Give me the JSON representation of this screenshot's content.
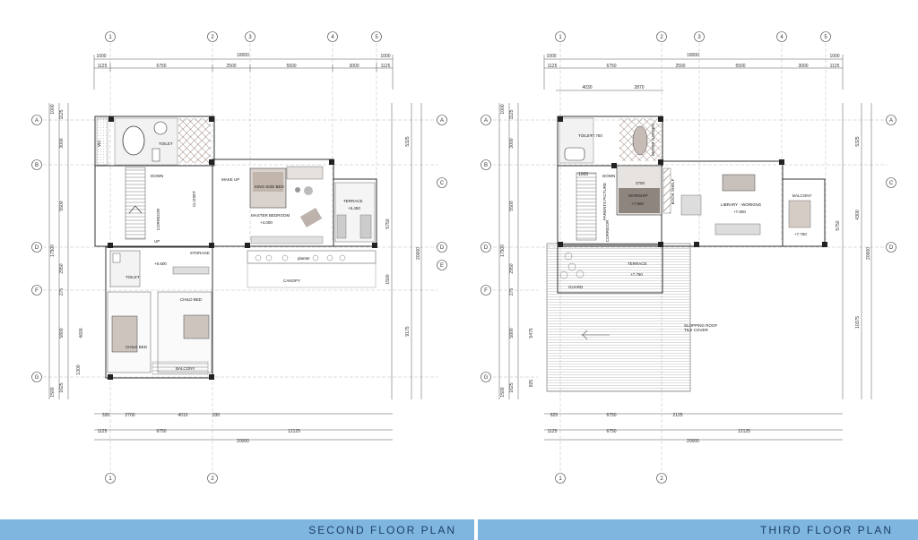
{
  "footer": {
    "left_title": "SECOND FLOOR PLAN",
    "right_title": "THIRD FLOOR PLAN"
  },
  "grid": {
    "columns": [
      "1",
      "2",
      "3",
      "4",
      "5"
    ],
    "rows": [
      "A",
      "B",
      "C",
      "D",
      "E",
      "F",
      "G"
    ]
  },
  "second_floor": {
    "top_total": "18000",
    "top_edge_left": "1000",
    "top_edge_right": "1000",
    "top_spans": [
      "1125",
      "6750",
      "2500",
      "5500",
      "3000",
      "1125"
    ],
    "bottom_sub": [
      "330",
      "2700",
      "4010",
      "330"
    ],
    "bottom_spans": [
      "1125",
      "6750",
      "12125"
    ],
    "bottom_total": "20000",
    "left_spans": [
      "1000",
      "1125",
      "3000",
      "5500",
      "17500",
      "2950",
      "275",
      "5800",
      "1300",
      "1625",
      "1500"
    ],
    "right_spans": [
      "5325",
      "5750",
      "20000",
      "1500",
      "9175"
    ],
    "inner_vert": "4600",
    "rooms": {
      "toilet": "TOILET",
      "down": "DOWN",
      "corridor": "CORRIDOR",
      "closet": "CLOSET",
      "make_up": "MAKE UP",
      "king_bed": "KING SIZE BED",
      "master_bedroom": "MASTER BEDROOM",
      "master_level": "+4.000",
      "terrace": "TERRACE",
      "terrace_level": "+6.450",
      "storage": "STORAGE",
      "up": "UP",
      "level_small": "+6.500",
      "toilet2": "TOILET",
      "child_bed_1": "CHILD BED",
      "child_bed_2": "CHILD BED",
      "balcony": "BALCONY",
      "canopy": "CANOPY",
      "wc": "WC",
      "planter": "planter"
    }
  },
  "third_floor": {
    "top_total": "18000",
    "top_edge_left": "1000",
    "top_edge_right": "1000",
    "top_spans": [
      "1125",
      "6750",
      "2500",
      "5500",
      "3000",
      "1125"
    ],
    "sub_top": [
      "4030",
      "2870"
    ],
    "bottom_sub": [
      "825",
      "6750",
      "2125"
    ],
    "bottom_spans": [
      "1125",
      "6750",
      "12125"
    ],
    "bottom_total": "20000",
    "left_spans": [
      "1000",
      "1125",
      "3000",
      "5500",
      "17500",
      "2950",
      "275",
      "5800",
      "5475",
      "825",
      "1625",
      "1500"
    ],
    "right_spans": [
      "5325",
      "4300",
      "5750",
      "20000",
      "10375"
    ],
    "rooms": {
      "toilet": "TOILET",
      "level_toilet": "+7.750",
      "water_garden": "WATER GARDEN",
      "dim_2700": "2700",
      "worship": "WORSHIP",
      "worship_level": "+7.800",
      "book_shelf": "BOOK SHELF",
      "ancestors": "PARENTS PICTURE",
      "library": "LIBRARY - WORKING",
      "library_level": "+7.800",
      "balcony": "BALCONY",
      "balcony_level": "+7.750",
      "down": "DOWN",
      "corridor": "CORRIDOR",
      "terrace": "TERRACE",
      "terrace_level": "+7.750",
      "sloping_roof": "SLOPPING ROOF",
      "tile_cover": "TILE COVER",
      "guard": "GUARD",
      "dim_1000": "1000"
    }
  }
}
